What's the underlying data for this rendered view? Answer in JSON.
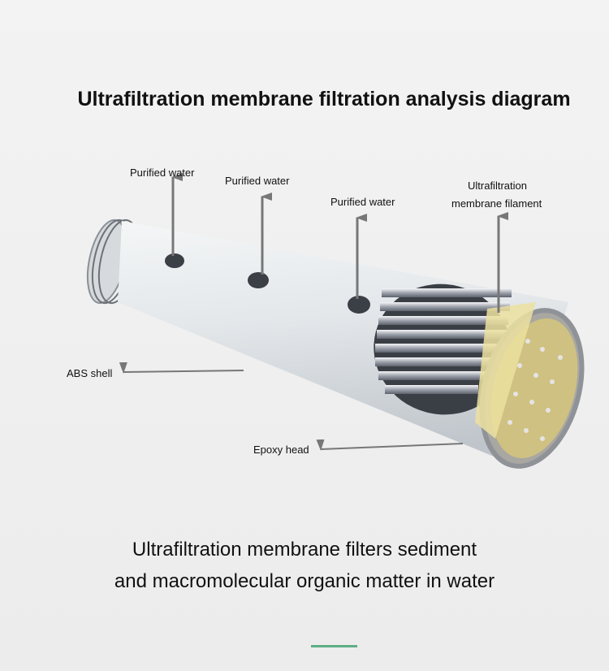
{
  "title": "Ultrafiltration membrane filtration analysis diagram",
  "labels": {
    "purified_1": "Purified water",
    "purified_2": "Purified water",
    "purified_3": "Purified water",
    "filament_line1": "Ultrafiltration",
    "filament_line2": "membrane filament",
    "abs_shell": "ABS shell",
    "epoxy_head": "Epoxy head"
  },
  "caption": {
    "line1": "Ultrafiltration membrane filters sediment",
    "line2": "and macromolecular organic matter in water"
  },
  "colors": {
    "accent_line": "#5fae84",
    "epoxy": "#e8d88a",
    "shell": "#dfe3e6"
  }
}
